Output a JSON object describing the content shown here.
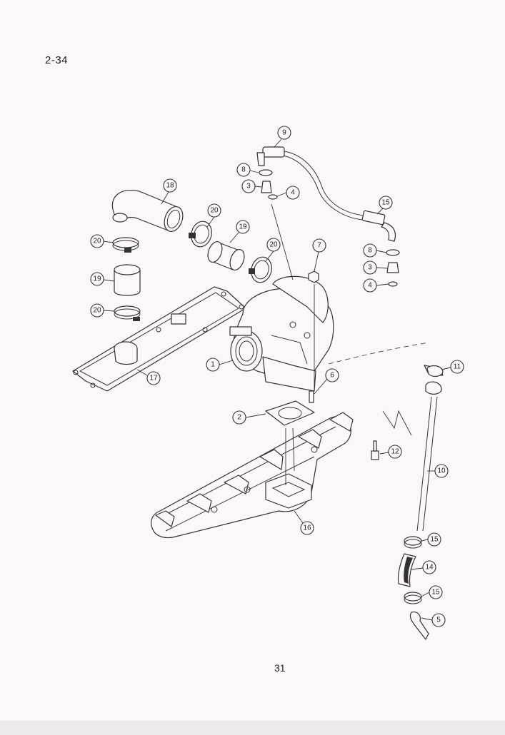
{
  "page": {
    "section_id": "2-34",
    "page_number": "31"
  },
  "callouts": [
    {
      "label": "1"
    },
    {
      "label": "2"
    },
    {
      "label": "3"
    },
    {
      "label": "3"
    },
    {
      "label": "4"
    },
    {
      "label": "4"
    },
    {
      "label": "5"
    },
    {
      "label": "6"
    },
    {
      "label": "7"
    },
    {
      "label": "8"
    },
    {
      "label": "8"
    },
    {
      "label": "9"
    },
    {
      "label": "10"
    },
    {
      "label": "11"
    },
    {
      "label": "12"
    },
    {
      "label": "14"
    },
    {
      "label": "15"
    },
    {
      "label": "15"
    },
    {
      "label": "15"
    },
    {
      "label": "16"
    },
    {
      "label": "17"
    },
    {
      "label": "18"
    },
    {
      "label": "19"
    },
    {
      "label": "19"
    },
    {
      "label": "20"
    },
    {
      "label": "20"
    },
    {
      "label": "20"
    },
    {
      "label": "20"
    }
  ]
}
